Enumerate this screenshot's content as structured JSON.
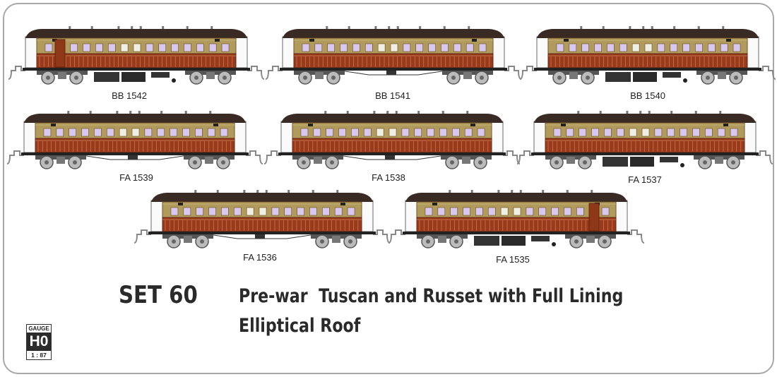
{
  "set": {
    "number_label": "SET 60",
    "description_line1": "Pre-war  Tuscan and Russet with Full Lining",
    "description_line2": "Elliptical Roof"
  },
  "gauge_badge": {
    "top": "GAUGE",
    "scale_name": "H0",
    "ratio": "1 : 87"
  },
  "colors": {
    "roof": "#3a2a24",
    "upper_panel": "#b09a5c",
    "lower_panel": "#9a3a1c",
    "window_glass": "#d8c8f0",
    "frame_border": "#a8a8a8"
  },
  "carriages": [
    {
      "code": "BB 1542",
      "type": "BB",
      "guard_door": "left",
      "underframe": "battery-boxes"
    },
    {
      "code": "BB 1541",
      "type": "BB",
      "guard_door": "none",
      "underframe": "truss"
    },
    {
      "code": "BB 1540",
      "type": "BB",
      "guard_door": "none",
      "underframe": "battery-boxes"
    },
    {
      "code": "FA 1539",
      "type": "FA",
      "guard_door": "none",
      "underframe": "truss"
    },
    {
      "code": "FA 1538",
      "type": "FA",
      "guard_door": "none",
      "underframe": "truss"
    },
    {
      "code": "FA 1537",
      "type": "FA",
      "guard_door": "none",
      "underframe": "battery-boxes"
    },
    {
      "code": "FA 1536",
      "type": "FA",
      "guard_door": "none",
      "underframe": "truss"
    },
    {
      "code": "FA 1535",
      "type": "FA",
      "guard_door": "right",
      "underframe": "battery-boxes"
    }
  ]
}
